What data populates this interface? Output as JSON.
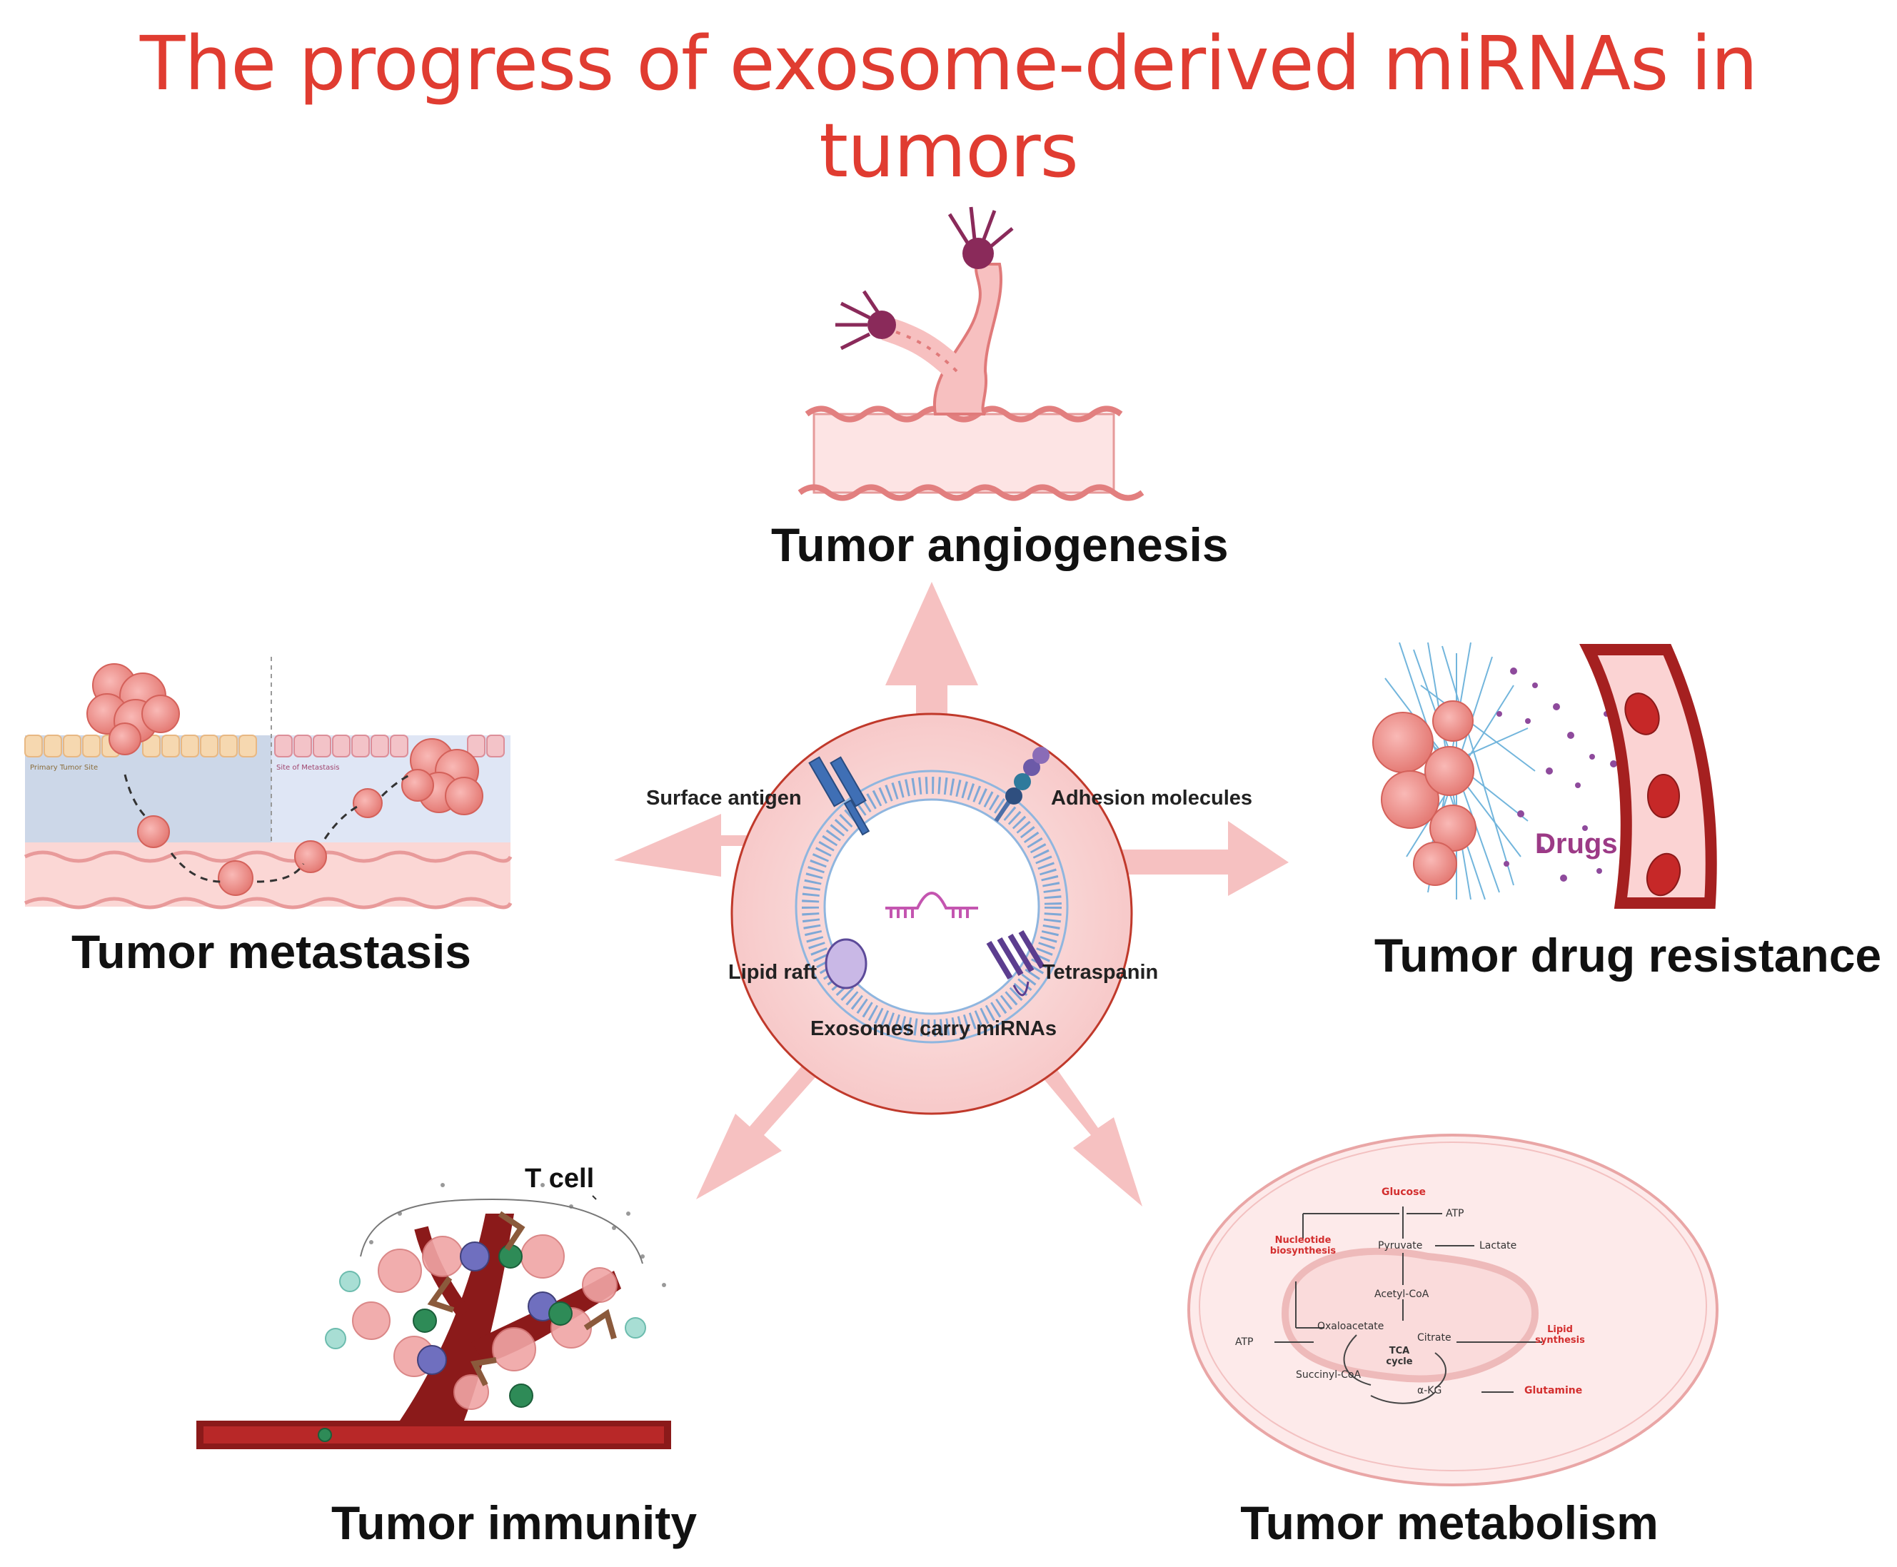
{
  "title": "The progress of exosome-derived miRNAs in tumors",
  "center": {
    "caption": "Exosomes carry miRNAs",
    "labels": {
      "surface_antigen": "Surface antigen",
      "adhesion_molecules": "Adhesion molecules",
      "lipid_raft": "Lipid raft",
      "tetraspanin": "Tetraspanin"
    }
  },
  "panels": {
    "angiogenesis": "Tumor angiogenesis",
    "metastasis": "Tumor metastasis",
    "drug_resistance": "Tumor drug resistance",
    "immunity": "Tumor immunity",
    "metabolism": "Tumor metabolism"
  },
  "metastasis_inner": {
    "primary_site": "Primary Tumor Site",
    "metastasis_site": "Site of Metastasis"
  },
  "drug_resistance_inner": {
    "drugs": "Drugs"
  },
  "immunity_inner": {
    "t_cell": "T cell"
  },
  "metabolism_inner": {
    "glucose": "Glucose",
    "atp_top": "ATP",
    "nucleotide": "Nucleotide biosynthesis",
    "pyruvate": "Pyruvate",
    "lactate": "Lactate",
    "acetyl_coa": "Acetyl-CoA",
    "oxaloacetate": "Oxaloacetate",
    "citrate": "Citrate",
    "lipid": "Lipid synthesis",
    "atp_left": "ATP",
    "tca": "TCA cycle",
    "succinyl": "Succinyl-CoA",
    "akg": "α-KG",
    "glutamine": "Glutamine"
  },
  "colors": {
    "title": "#e03c31",
    "arrow": "#f6c1c1",
    "center_fill": "#fbe0e0",
    "center_stroke": "#c0392b",
    "vessel": "#8b1a1a",
    "drugs_text": "#9c3a86"
  },
  "icons": [
    "exosome-icon",
    "mirna-icon",
    "blood-vessel-icon",
    "tumor-cell-icon",
    "mitochondrion-icon",
    "red-blood-cell-icon",
    "t-cell-icon"
  ]
}
